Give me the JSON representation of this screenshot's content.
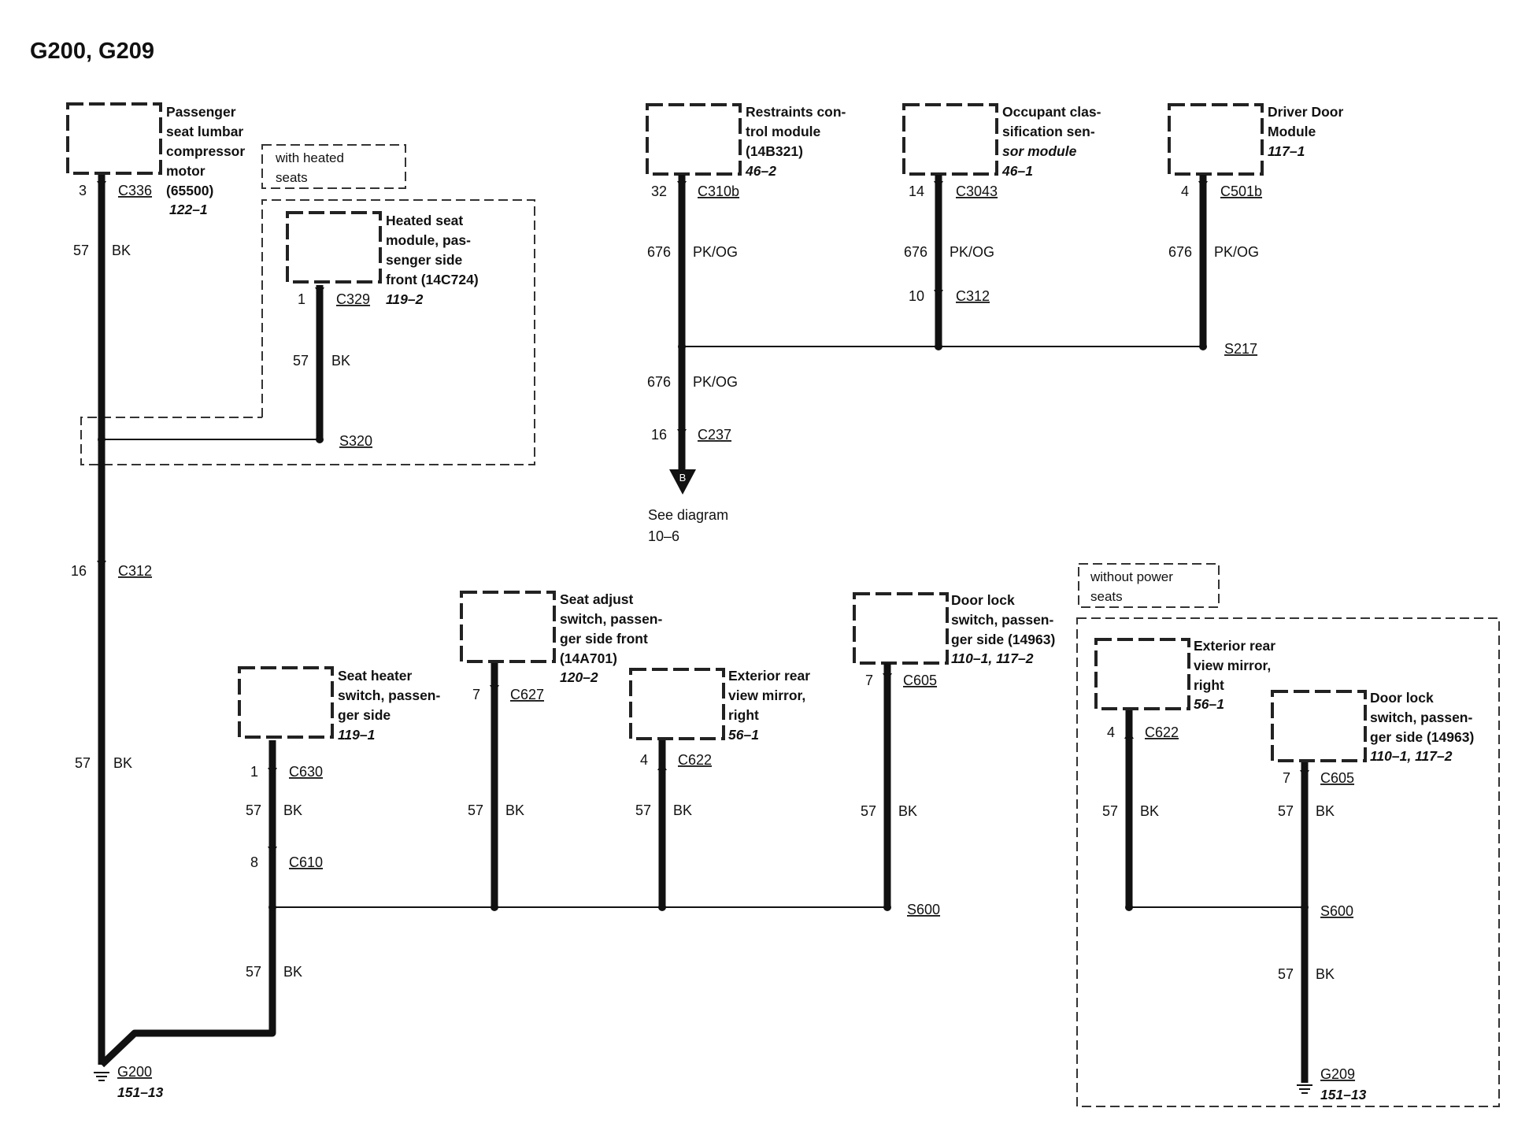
{
  "title": "G200, G209",
  "components": {
    "lumbar": {
      "name": [
        "Passenger",
        "seat lumbar",
        "compressor",
        "motor",
        "(65500)"
      ],
      "ref": "122–1"
    },
    "heated_module": {
      "name": [
        "Heated seat",
        "module, pas-",
        "senger side",
        "front (14C724)"
      ],
      "ref": "119–2"
    },
    "rcm": {
      "name": [
        "Restraints con-",
        "trol module",
        "(14B321)"
      ],
      "ref": "46–2"
    },
    "ocs": {
      "name": [
        "Occupant clas-",
        "sification sen-"
      ],
      "name_italic": "sor module",
      "ref": "46–1"
    },
    "ddm": {
      "name": [
        "Driver Door",
        "Module"
      ],
      "ref": "117–1"
    },
    "seat_heater_sw": {
      "name": [
        "Seat heater",
        "switch, passen-",
        "ger side"
      ],
      "ref": "119–1"
    },
    "seat_adjust_sw": {
      "name": [
        "Seat adjust",
        "switch, passen-",
        "ger side front",
        "(14A701)"
      ],
      "ref": "120–2"
    },
    "mirror": {
      "name": [
        "Exterior rear",
        "view mirror,",
        "right"
      ],
      "ref": "56–1"
    },
    "door_lock": {
      "name": [
        "Door lock",
        "switch, passen-",
        "ger side (14963)"
      ],
      "ref": "110–1, 117–2"
    },
    "mirror2": {
      "name": [
        "Exterior rear",
        "view mirror,",
        "right"
      ],
      "ref": "56–1"
    },
    "door_lock2": {
      "name": [
        "Door lock",
        "switch, passen-",
        "ger side (14963)"
      ],
      "ref": "110–1, 117–2"
    }
  },
  "notes": {
    "with_heated": [
      "with heated",
      "seats"
    ],
    "without_power": [
      "without power",
      "seats"
    ]
  },
  "see_diagram": [
    "See diagram",
    "10–6"
  ],
  "offpage_marker": "B",
  "labels": {
    "lumbar_pin": "3",
    "lumbar_conn": "C336",
    "lumbar_circ": "57",
    "lumbar_color": "BK",
    "hsm_pin": "1",
    "hsm_conn": "C329",
    "hsm_circ": "57",
    "hsm_color": "BK",
    "s320": "S320",
    "c312_pin": "16",
    "c312": "C312",
    "left_circ": "57",
    "left_color": "BK",
    "g200": "G200",
    "g200_ref": "151–13",
    "rcm_pin": "32",
    "rcm_conn": "C310b",
    "rcm_circ": "676",
    "rcm_color": "PK/OG",
    "ocs_pin": "14",
    "ocs_conn": "C3043",
    "ocs_circ": "676",
    "ocs_color": "PK/OG",
    "ocs_pin2": "10",
    "ocs_conn2": "C312",
    "ddm_pin": "4",
    "ddm_conn": "C501b",
    "ddm_circ": "676",
    "ddm_color": "PK/OG",
    "s217": "S217",
    "rcm_circ2": "676",
    "rcm_color2": "PK/OG",
    "c237_pin": "16",
    "c237": "C237",
    "sh_pin": "1",
    "sh_conn": "C630",
    "sh_circ": "57",
    "sh_color": "BK",
    "sh_pin2": "8",
    "sh_conn2": "C610",
    "sh_circ2": "57",
    "sh_color2": "BK",
    "sa_pin": "7",
    "sa_conn": "C627",
    "sa_circ": "57",
    "sa_color": "BK",
    "mir_pin": "4",
    "mir_conn": "C622",
    "mir_circ": "57",
    "mir_color": "BK",
    "dl_pin": "7",
    "dl_conn": "C605",
    "dl_circ": "57",
    "dl_color": "BK",
    "s600": "S600",
    "mir2_pin": "4",
    "mir2_conn": "C622",
    "mir2_circ": "57",
    "mir2_color": "BK",
    "dl2_pin": "7",
    "dl2_conn": "C605",
    "dl2_circ": "57",
    "dl2_color": "BK",
    "s600b": "S600",
    "g209_circ": "57",
    "g209_color": "BK",
    "g209": "G209",
    "g209_ref": "151–13"
  }
}
